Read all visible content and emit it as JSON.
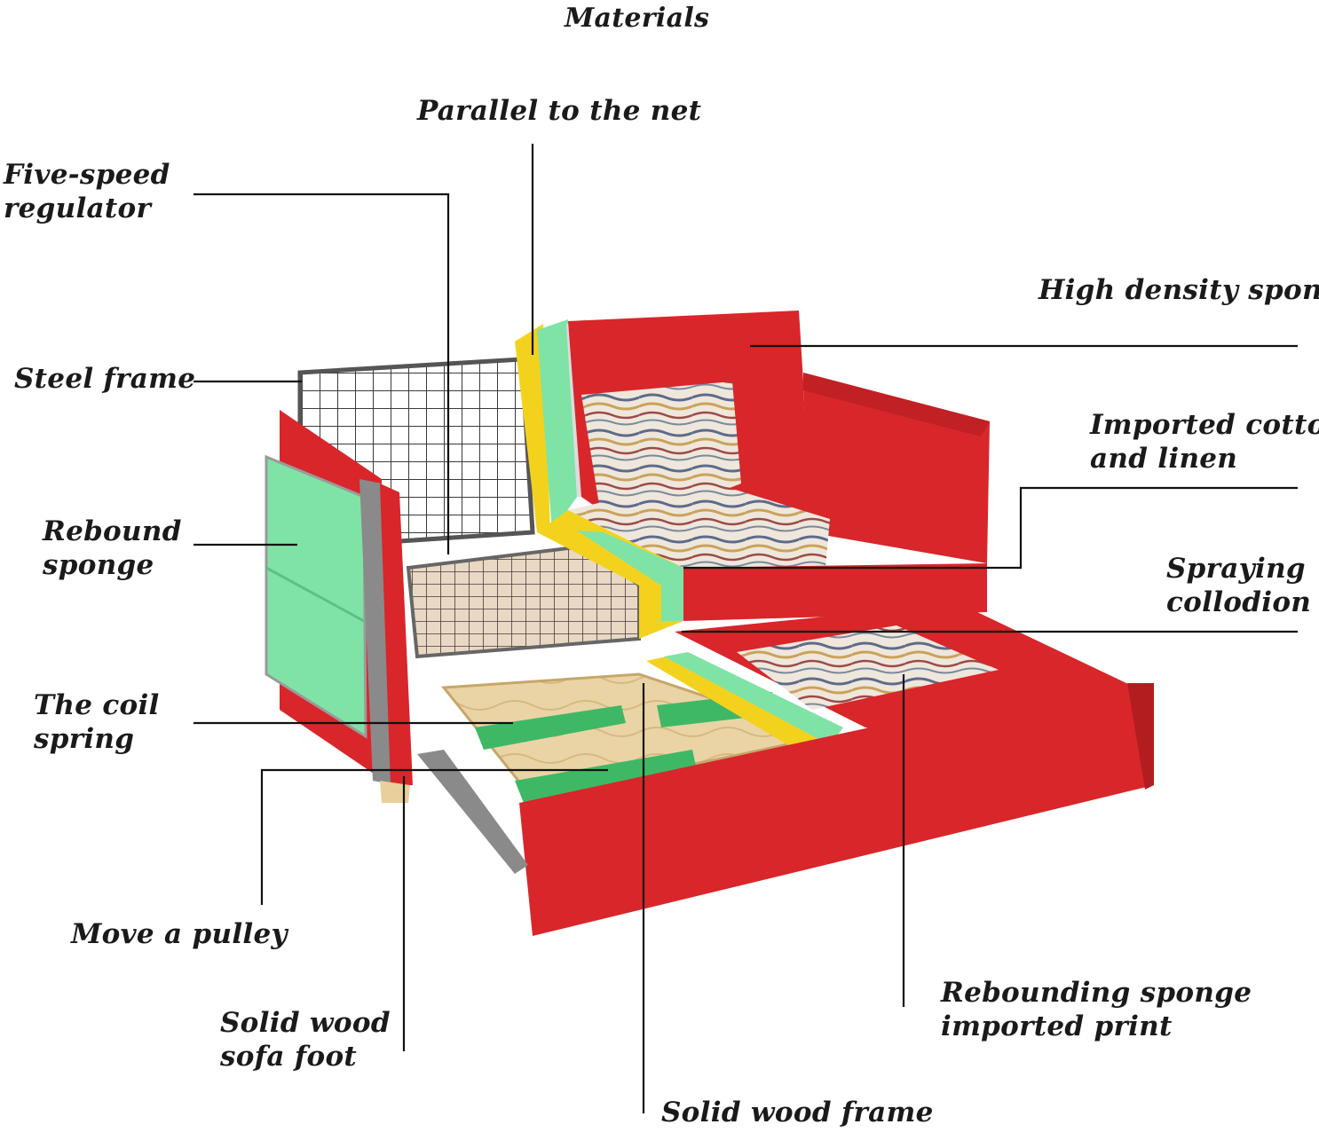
{
  "title": "Materials",
  "labels": {
    "parallel_net": "Parallel to the net",
    "five_speed_1": "Five-speed",
    "five_speed_2": "regulator",
    "high_density": "High density sponge",
    "steel_frame": "Steel frame",
    "imported_cotton_1": "Imported cotton",
    "imported_cotton_2": "and linen",
    "rebound_1": "Rebound",
    "rebound_2": "sponge",
    "spraying_1": "Spraying",
    "spraying_2": "collodion",
    "coil_1": "The coil",
    "coil_2": "spring",
    "pulley": "Move a pulley",
    "rebounding_print_1": "Rebounding sponge",
    "rebounding_print_2": "imported print",
    "foot_1": "Solid wood",
    "foot_2": "sofa foot",
    "wood_frame": "Solid wood frame"
  },
  "colors": {
    "fabric_red": "#d8262a",
    "fabric_dark": "#b41d20",
    "foam_green": "#7fe3a6",
    "foam_yellow": "#f3d21e",
    "wood": "#e9cf9c",
    "steel": "#6e6e6e",
    "text": "#1a1a1a"
  }
}
